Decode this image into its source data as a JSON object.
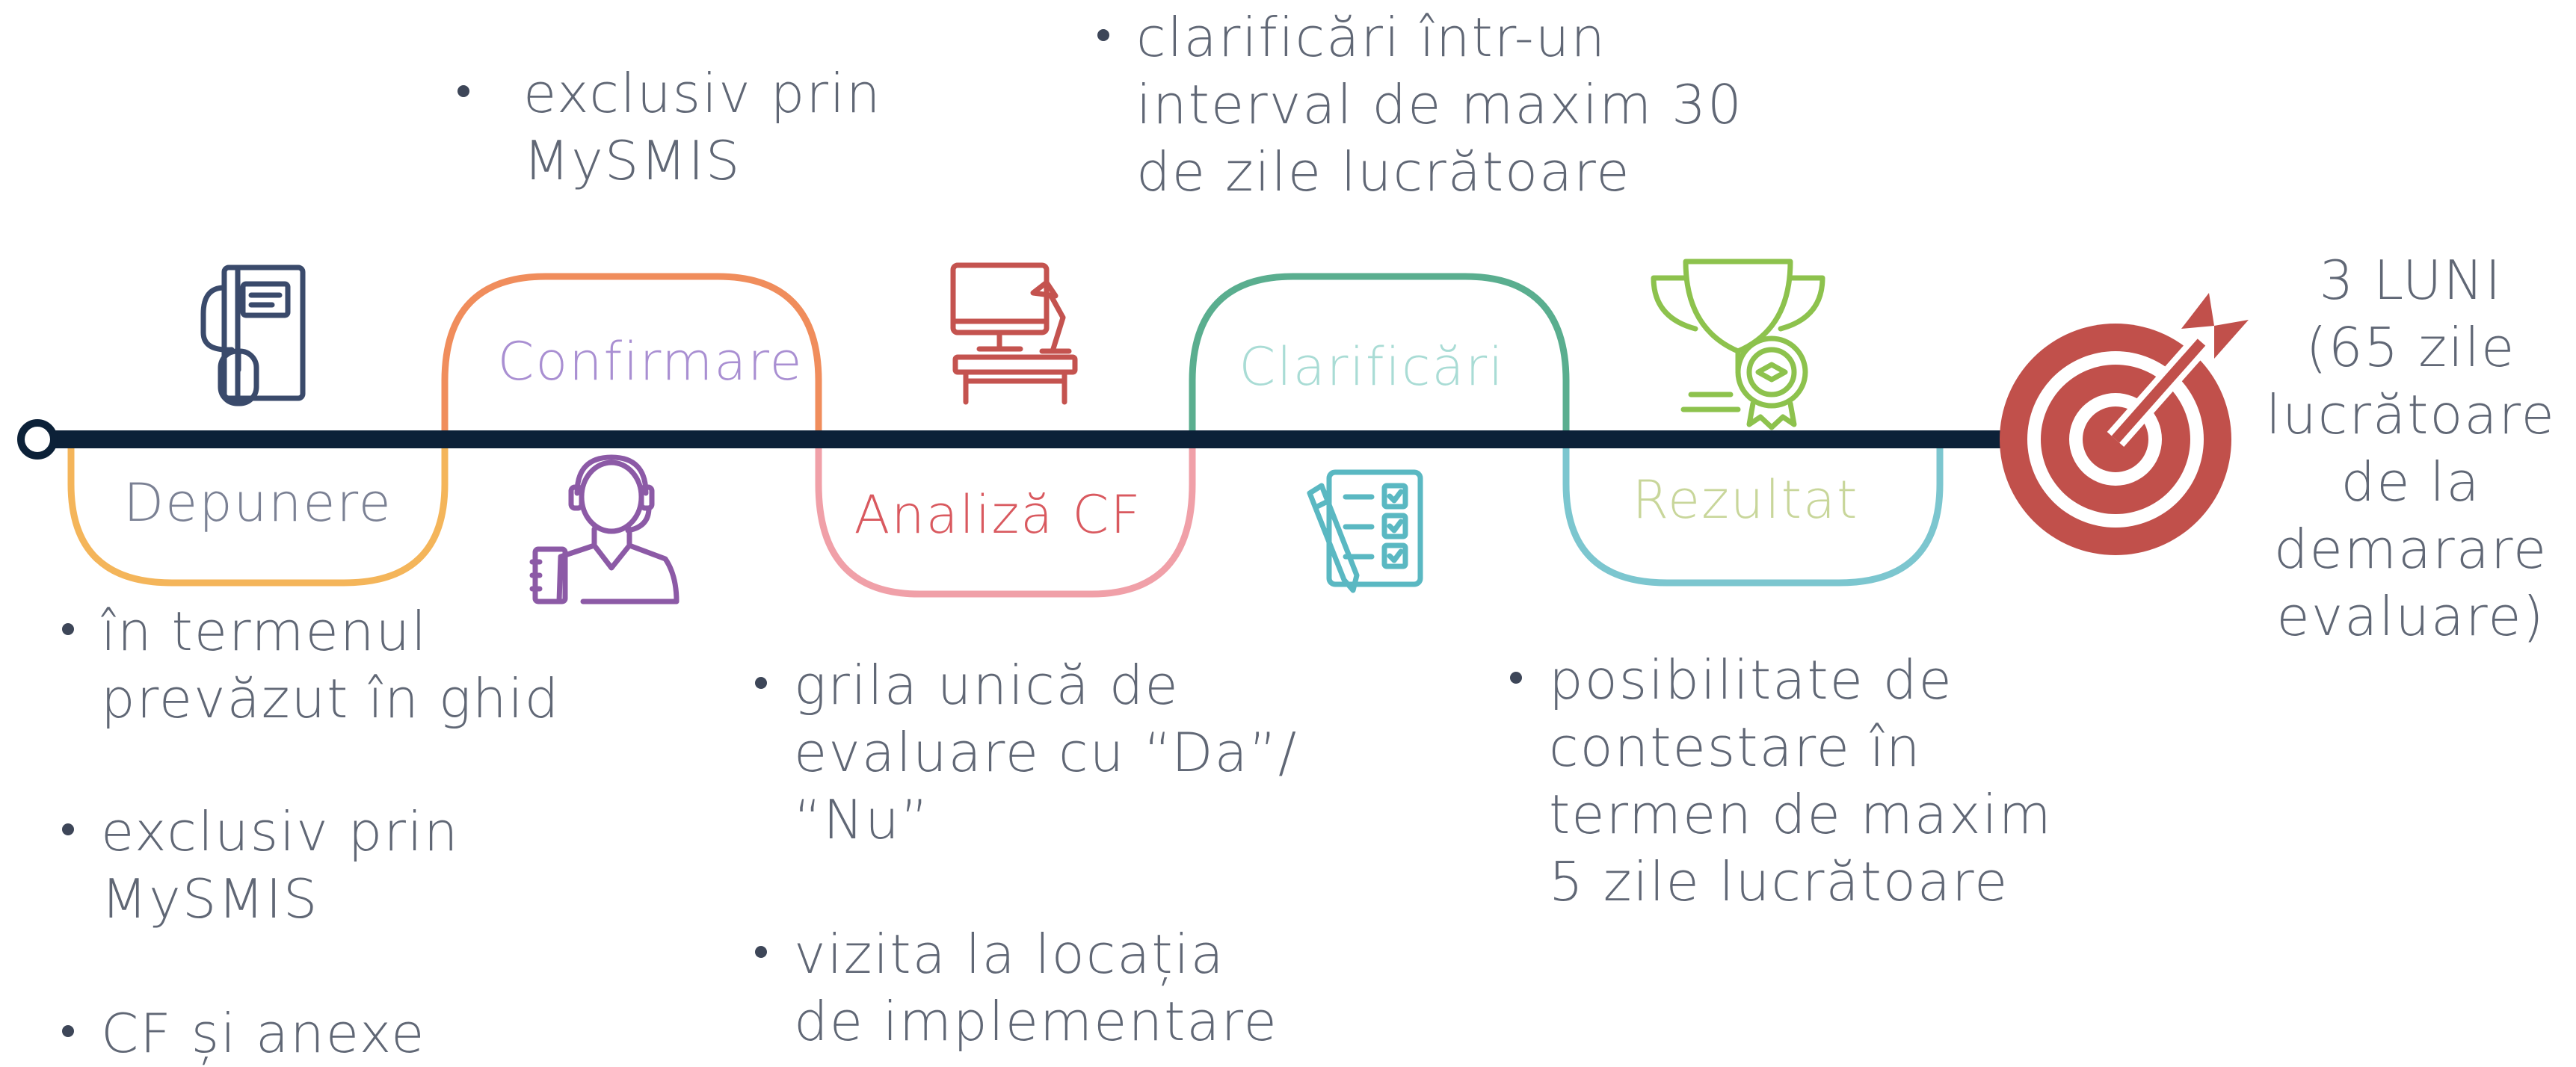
{
  "colors": {
    "axis": "#0c2138",
    "depunere": "#f4b55a",
    "confirmare": "#f08d5c",
    "analiza": "#f0a0a8",
    "clarificari": "#5aae8f",
    "rezultat": "#7cc6cf",
    "target": "#c1504b"
  },
  "stages": [
    {
      "label": "Depunere",
      "color": "#7b8194",
      "icon": "document-mouse-icon"
    },
    {
      "label": "Confirmare",
      "color": "#a98fd2",
      "icon": "person-headset-icon"
    },
    {
      "label": "Analiză CF",
      "color": "#d9595f",
      "icon": "desk-computer-icon"
    },
    {
      "label": "Clarificări",
      "color": "#a9dcd5",
      "icon": "checklist-pencil-icon"
    },
    {
      "label": "Rezultat",
      "color": "#c8d69a",
      "icon": "trophy-icon"
    }
  ],
  "bullets": {
    "depunere": [
      [
        "în termenul",
        "prevăzut în ghid"
      ],
      [
        "exclusiv prin",
        "MySMIS"
      ],
      [
        "CF și anexe"
      ]
    ],
    "confirmare": [
      [
        "exclusiv prin",
        "MySMIS"
      ]
    ],
    "analiza": [
      [
        "grila unică de",
        "evaluare cu “Da”/",
        "“Nu”"
      ],
      [
        "vizita la locația",
        "de implementare"
      ]
    ],
    "clarificari": [
      [
        "clarificări într-un",
        "interval de maxim 30",
        "de zile lucrătoare"
      ]
    ],
    "rezultat": [
      [
        "posibilitate de",
        "contestare în",
        "termen de maxim",
        "5 zile lucrătoare"
      ]
    ]
  },
  "target_text": [
    "3 LUNI",
    "(65 zile",
    "lucrătoare",
    "de la",
    "demarare",
    "evaluare)"
  ],
  "target_icon": "target-arrow-icon"
}
